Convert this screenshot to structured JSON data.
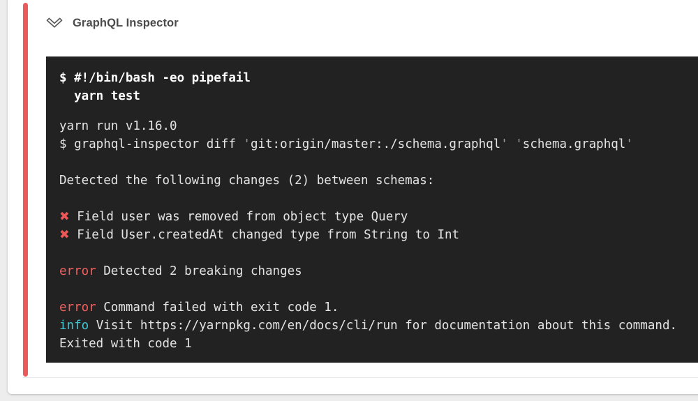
{
  "page": {
    "background_color": "#ededed",
    "card_color": "#ffffff",
    "accent_stripe_color": "#ec5b5b"
  },
  "header": {
    "title": "GraphQL Inspector",
    "collapse_icon": "double-chevron-down-icon",
    "icon_color": "#5d5d5d"
  },
  "terminal": {
    "colors": {
      "background": "#222222",
      "text": "#e4e4e4",
      "bold_text": "#ffffff",
      "error": "#f0605f",
      "info": "#45c5d1",
      "quote": "#9d9d9d",
      "cross": "#ef5656"
    },
    "command_lines": {
      "shebang": "$ #!/bin/bash -eo pipefail",
      "yarn_test": "  yarn test"
    },
    "yarn_version_line": "yarn run v1.16.0",
    "diff_command": {
      "prefix": "$ graphql-inspector diff ",
      "open_quote_1": "'",
      "arg1": "git:origin/master:./schema.graphql",
      "close_open_quotes": "' '",
      "arg2": "schema.graphql",
      "close_quote_2": "'"
    },
    "detected_line": "Detected the following changes (2) between schemas:",
    "cross_mark": "✖",
    "change_1": " Field user was removed from object type Query",
    "change_2": " Field User.createdAt changed type from String to Int",
    "error_label": "error",
    "breaking_error_text": " Detected 2 breaking changes",
    "command_failed_text": " Command failed with exit code 1.",
    "info_label": "info",
    "info_text": " Visit https://yarnpkg.com/en/docs/cli/run for documentation about this command.",
    "exit_line": "Exited with code 1"
  }
}
